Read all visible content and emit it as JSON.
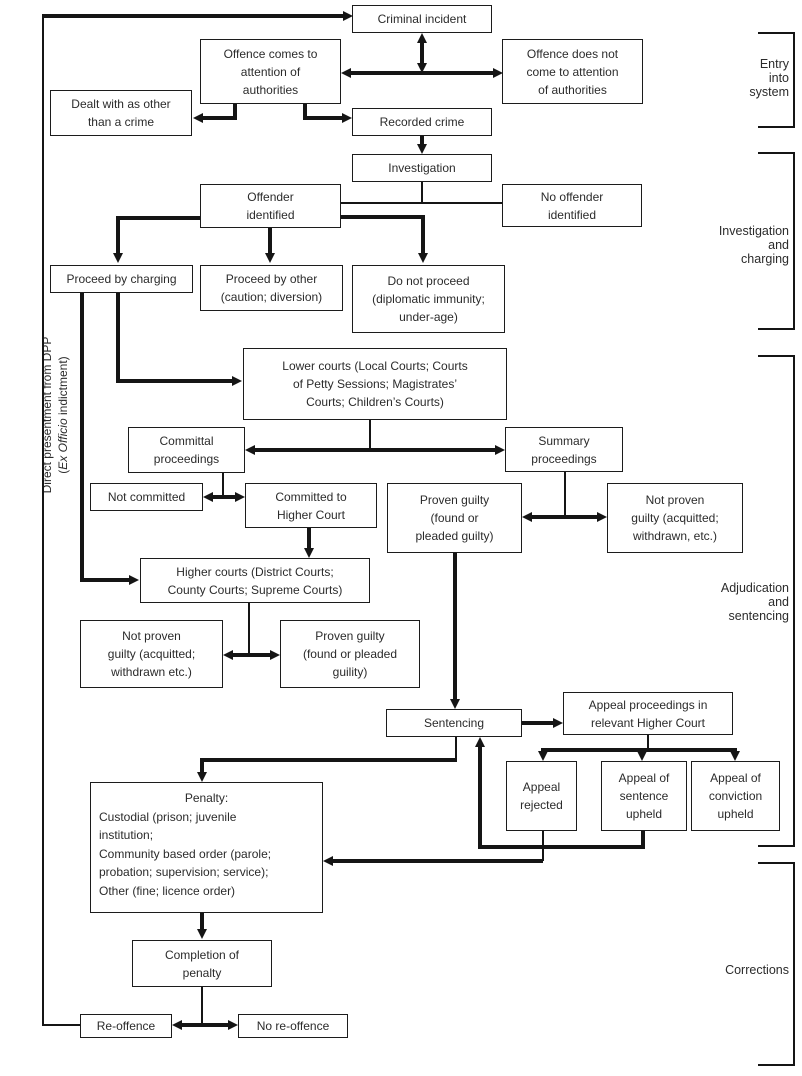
{
  "boxes": {
    "criminal_incident": "Criminal incident",
    "offence_attention": "Offence comes to\nattention of\nauthorities",
    "offence_no_attention": "Offence does not\ncome to attention\nof authorities",
    "dealt_other": "Dealt with as other\nthan a crime",
    "recorded_crime": "Recorded crime",
    "investigation": "Investigation",
    "offender_identified": "Offender\nidentified",
    "no_offender_identified": "No offender\nidentified",
    "proceed_charging": "Proceed by charging",
    "proceed_other": "Proceed by other\n(caution; diversion)",
    "do_not_proceed": "Do not proceed\n(diplomatic immunity;\nunder-age)",
    "lower_courts": "Lower courts (Local Courts; Courts\nof Petty Sessions; Magistrates’\nCourts; Children’s Courts)",
    "committal_proceedings": "Committal\nproceedings",
    "summary_proceedings": "Summary\nproceedings",
    "not_committed": "Not committed",
    "committed_higher": "Committed to\nHigher Court",
    "proven_guilty_summary": "Proven guilty\n(found or\npleaded guilty)",
    "not_proven_summary": "Not proven\nguilty (acquitted;\nwithdrawn, etc.)",
    "higher_courts": "Higher courts (District Courts;\nCounty Courts; Supreme Courts)",
    "not_proven_higher": "Not proven\nguilty (acquitted;\nwithdrawn etc.)",
    "proven_guilty_higher": "Proven guilty\n(found or pleaded\nguility)",
    "sentencing": "Sentencing",
    "appeal_proceedings": "Appeal proceedings in\nrelevant Higher Court",
    "appeal_rejected": "Appeal\nrejected",
    "appeal_sentence_upheld": "Appeal of\nsentence\nupheld",
    "appeal_conviction_upheld": "Appeal of\nconviction\nupheld",
    "completion_penalty": "Completion of\npenalty",
    "re_offence": "Re-offence",
    "no_re_offence": "No re-offence"
  },
  "penalty": {
    "title": "Penalty:",
    "body": "Custodial (prison; juvenile\ninstitution;\nCommunity based order (parole;\nprobation; supervision; service);\nOther (fine; licence order)"
  },
  "side_labels": {
    "entry": "Entry\ninto\nsystem",
    "investigation_charging": "Investigation\nand\ncharging",
    "adjudication_sentencing": "Adjudication\nand\nsentencing",
    "corrections": "Corrections"
  },
  "rotated_label": {
    "line1": "Direct presentment from DPP",
    "line2_open": "(",
    "line2_italic": "Ex Officio",
    "line2_close": " indictment)"
  },
  "colors": {
    "line": "#151515",
    "text": "#2b2b2b",
    "background": "#ffffff"
  }
}
